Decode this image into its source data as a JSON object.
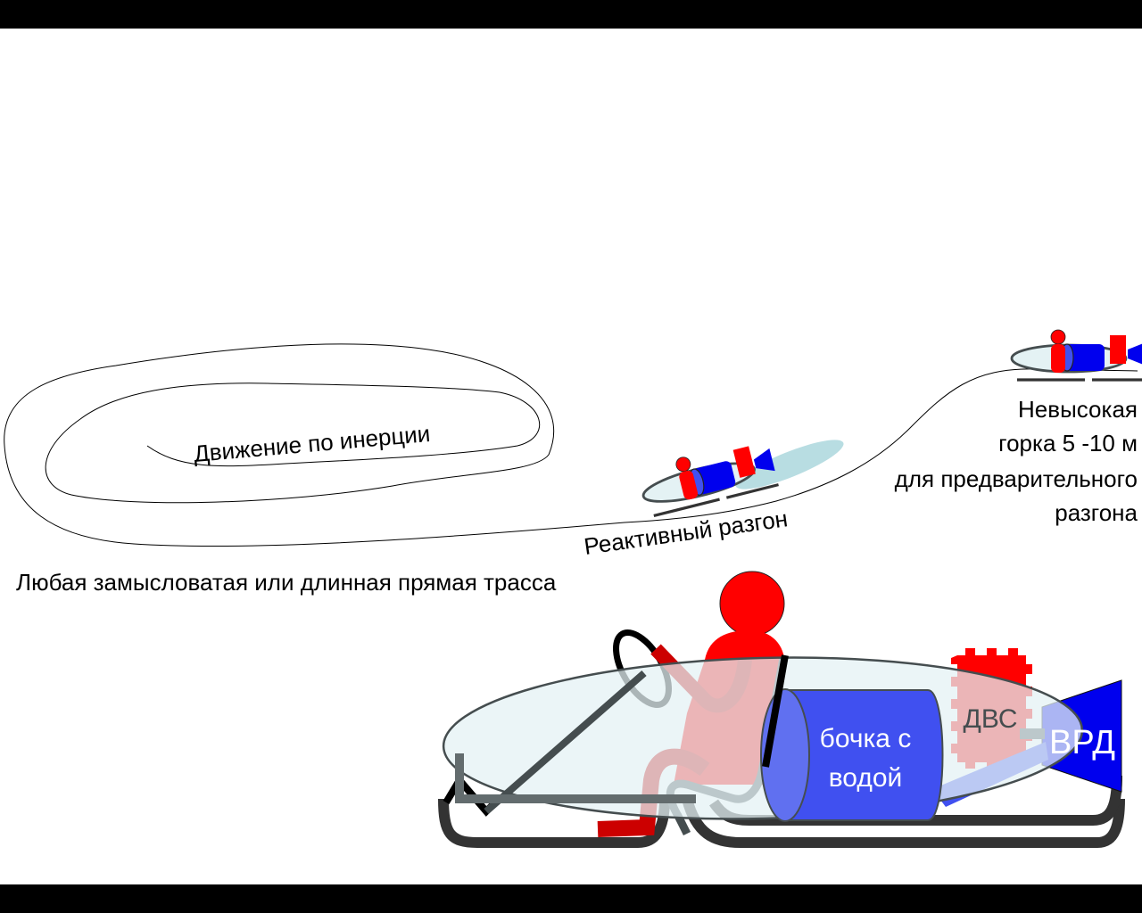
{
  "labels": {
    "coasting": "Движение по инерции",
    "jet_acceleration": "Реактивный разгон",
    "hill_line1": "Невысокая",
    "hill_line2": "горка 5 -10 м",
    "hill_line3": "для предварительного",
    "hill_line4": "разгона",
    "track": "Любая замысловатая или длинная прямая трасса"
  },
  "vehicle": {
    "tank_line1": "бочка с",
    "tank_line2": "водой",
    "engine": "ДВС",
    "jet_engine": "ВРД"
  },
  "colors": {
    "driver_red": "#ff0000",
    "driver_body": "#e84c4c",
    "tank_blue": "#4050f0",
    "tank_cap": "#6070f0",
    "jet_blue": "#0000ee",
    "canopy": "#e4f2f4",
    "frame_dark": "#454d4f",
    "runner": "#333333",
    "exhaust": "#b8dde2"
  }
}
